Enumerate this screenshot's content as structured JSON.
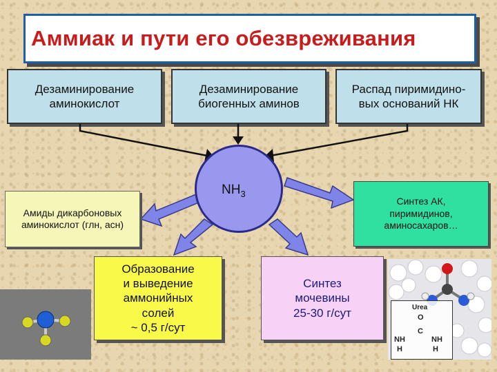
{
  "title": "Аммиак и пути его обезвреживания",
  "sources": [
    {
      "line1": "Дезаминирование",
      "line2": "аминокислот"
    },
    {
      "line1": "Дезаминирование",
      "line2": "биогенных аминов"
    },
    {
      "line1": "Распад пиримидино-",
      "line2": "вых оснований НК"
    }
  ],
  "center": {
    "formula": "NH",
    "subscript": "3"
  },
  "outputs": {
    "amides": {
      "line1": "Амиды дикарбоновых",
      "line2": "аминокислот (глн, асн)"
    },
    "synthesis_ak": {
      "line1": "Синтез АК,",
      "line2": "пиримидинов,",
      "line3": "аминосахаров…"
    },
    "ammonium": {
      "line1": "Образование",
      "line2": "и выведение",
      "line3": "аммонийных",
      "line4": "солей",
      "line5": "~ 0,5 г/сут"
    },
    "urea": {
      "line1": "Синтез",
      "line2": "мочевины",
      "line3": "25-30 г/сут"
    }
  },
  "urea_image": {
    "label": "Urea",
    "o": "O",
    "c": "C",
    "nh_left": "NH",
    "h_left": "H",
    "nh_right": "NH",
    "h_right": "H"
  },
  "colors": {
    "title": "#c81c1c",
    "source_fill": "#bfe0ea",
    "nh3_fill": "#9a98ee",
    "arrow": "#7f84e8"
  },
  "icons": {
    "molecule": "ammonia-molecule-model",
    "urea": "urea-crystals-photo"
  }
}
